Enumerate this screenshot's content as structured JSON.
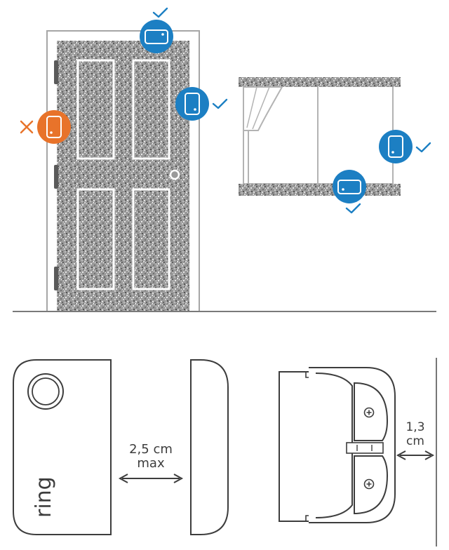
{
  "labels": {
    "gap_value": "2,5 cm",
    "gap_qualifier": "max",
    "depth_value": "1,3",
    "depth_unit": "cm",
    "brand": "ring"
  },
  "placements": [
    {
      "location": "door-top",
      "status": "ok",
      "mark": "✓"
    },
    {
      "location": "door-latch-side",
      "status": "ok",
      "mark": "✓"
    },
    {
      "location": "door-hinge-side",
      "status": "not-recommended",
      "mark": "✕"
    },
    {
      "location": "window-side",
      "status": "ok",
      "mark": "✓"
    },
    {
      "location": "window-sill",
      "status": "ok",
      "mark": "✓"
    }
  ],
  "colors": {
    "ok": "#1c7fc3",
    "bad": "#e8732a",
    "line": "#8a8a8a",
    "text": "#3d3d3d"
  }
}
